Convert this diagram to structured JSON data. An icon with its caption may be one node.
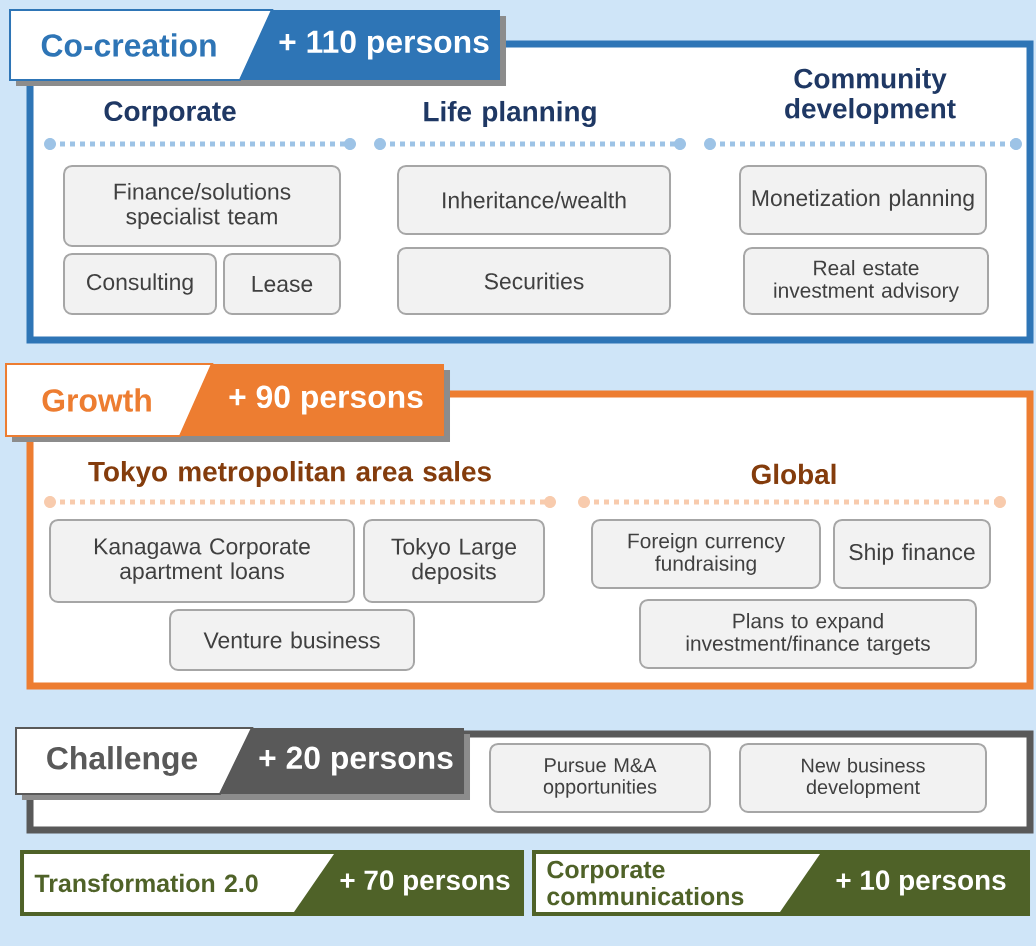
{
  "diagram": {
    "nodes": [
      {
        "text": [
          "Co-creation",
          "+ 110 persons"
        ]
      },
      {
        "text": [
          "Finance/solutions specialist team"
        ],
        "in": 0
      },
      {
        "text": [
          "Consulting"
        ],
        "in": 0
      },
      {
        "text": [
          "Lease"
        ],
        "in": 0
      },
      {
        "text": [
          "Inheritance/wealth"
        ],
        "in": 0
      },
      {
        "text": [
          "Securities"
        ],
        "in": 0
      },
      {
        "text": [
          "Monetization planning"
        ],
        "in": 0
      },
      {
        "text": [
          "Real estate investment advisory"
        ],
        "in": 0
      },
      {
        "text": [
          "Growth",
          "+ 90 persons"
        ]
      },
      {
        "text": [
          "Kanagawa Corporate apartment loans"
        ],
        "in": 8
      },
      {
        "text": [
          "Tokyo Large deposits"
        ],
        "in": 8
      },
      {
        "text": [
          "Venture business"
        ],
        "in": 8
      },
      {
        "text": [
          "Foreign currency fundraising"
        ],
        "in": 8
      },
      {
        "text": [
          "Ship finance"
        ],
        "in": 8
      },
      {
        "text": [
          "Plans to expand investment/finance targets"
        ],
        "in": 8
      },
      {
        "text": [
          "Challenge",
          "+ 20 persons"
        ]
      },
      {
        "text": [
          "Pursue M&A opportunities"
        ],
        "in": 15
      },
      {
        "text": [
          "New business development"
        ],
        "in": 15
      },
      {
        "text": [
          "Transformation 2.0",
          "+ 70 persons"
        ]
      },
      {
        "text": [
          "Corporate communications",
          "+ 10 persons"
        ]
      }
    ],
    "labels": [
      "Corporate",
      "Life planning",
      "Community development",
      "Tokyo metropolitan area sales",
      "Global"
    ]
  }
}
